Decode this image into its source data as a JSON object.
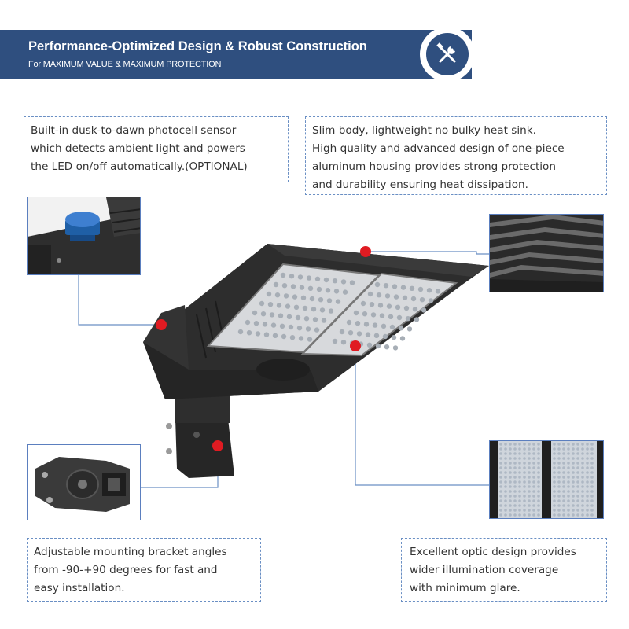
{
  "header": {
    "title": "Performance-Optimized Design & Robust Construction",
    "subtitle": "For MAXIMUM VALUE & MAXIMUM PROTECTION",
    "badge_icon": "tools-icon"
  },
  "notes": {
    "photocell": [
      "Built-in dusk-to-dawn photocell sensor",
      "which detects ambient light and powers",
      "the LED on/off automatically.(OPTIONAL)"
    ],
    "body": [
      "Slim body, lightweight no bulky heat sink.",
      "High quality and advanced design of one-piece",
      "aluminum housing provides strong protection",
      "and durability ensuring heat dissipation."
    ],
    "bracket": [
      "Adjustable mounting bracket angles",
      "from -90-+90 degrees for fast and",
      "easy installation."
    ],
    "optic": [
      "Excellent optic design provides",
      "wider illumination coverage",
      "with minimum glare."
    ]
  },
  "colors": {
    "banner": "#2f4f7f",
    "callout_line": "#6a8fc4",
    "marker": "#e01b22",
    "housing": "#2b2b2b"
  }
}
